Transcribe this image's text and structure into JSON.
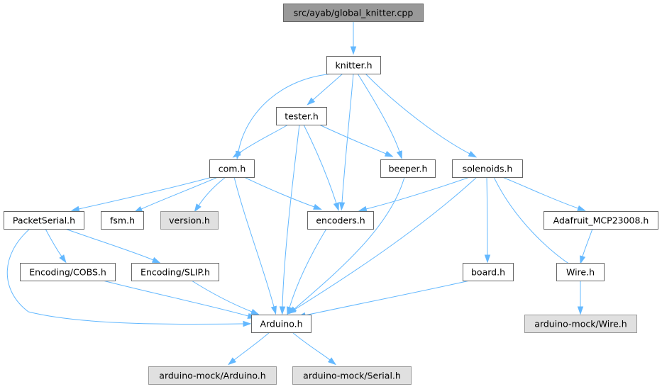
{
  "graph": {
    "title": "src/ayab/global_knitter.cpp",
    "edge_color": "#63b8ff",
    "nodes": {
      "global_knitter": {
        "label": "src/ayab/global_knitter.cpp",
        "kind": "root"
      },
      "knitter": {
        "label": "knitter.h",
        "kind": "normal"
      },
      "tester": {
        "label": "tester.h",
        "kind": "normal"
      },
      "com": {
        "label": "com.h",
        "kind": "normal"
      },
      "beeper": {
        "label": "beeper.h",
        "kind": "normal"
      },
      "solenoids": {
        "label": "solenoids.h",
        "kind": "normal"
      },
      "packetserial": {
        "label": "PacketSerial.h",
        "kind": "normal"
      },
      "fsm": {
        "label": "fsm.h",
        "kind": "normal"
      },
      "version": {
        "label": "version.h",
        "kind": "external"
      },
      "encoders": {
        "label": "encoders.h",
        "kind": "normal"
      },
      "mcp23008": {
        "label": "Adafruit_MCP23008.h",
        "kind": "normal"
      },
      "cobs": {
        "label": "Encoding/COBS.h",
        "kind": "normal"
      },
      "slip": {
        "label": "Encoding/SLIP.h",
        "kind": "normal"
      },
      "board": {
        "label": "board.h",
        "kind": "normal"
      },
      "wire": {
        "label": "Wire.h",
        "kind": "normal"
      },
      "arduino": {
        "label": "Arduino.h",
        "kind": "normal"
      },
      "mock_wire": {
        "label": "arduino-mock/Wire.h",
        "kind": "external"
      },
      "mock_arduino": {
        "label": "arduino-mock/Arduino.h",
        "kind": "external"
      },
      "mock_serial": {
        "label": "arduino-mock/Serial.h",
        "kind": "external"
      }
    },
    "edges": [
      [
        "global_knitter",
        "knitter"
      ],
      [
        "knitter",
        "tester"
      ],
      [
        "knitter",
        "com"
      ],
      [
        "knitter",
        "beeper"
      ],
      [
        "knitter",
        "solenoids"
      ],
      [
        "knitter",
        "encoders"
      ],
      [
        "tester",
        "com"
      ],
      [
        "tester",
        "beeper"
      ],
      [
        "tester",
        "encoders"
      ],
      [
        "tester",
        "arduino"
      ],
      [
        "com",
        "packetserial"
      ],
      [
        "com",
        "fsm"
      ],
      [
        "com",
        "version"
      ],
      [
        "com",
        "encoders"
      ],
      [
        "com",
        "arduino"
      ],
      [
        "beeper",
        "arduino"
      ],
      [
        "solenoids",
        "encoders"
      ],
      [
        "solenoids",
        "mcp23008"
      ],
      [
        "solenoids",
        "board"
      ],
      [
        "solenoids",
        "wire"
      ],
      [
        "solenoids",
        "arduino"
      ],
      [
        "packetserial",
        "cobs"
      ],
      [
        "packetserial",
        "slip"
      ],
      [
        "packetserial",
        "arduino"
      ],
      [
        "encoders",
        "arduino"
      ],
      [
        "mcp23008",
        "wire"
      ],
      [
        "cobs",
        "arduino"
      ],
      [
        "slip",
        "arduino"
      ],
      [
        "board",
        "arduino"
      ],
      [
        "wire",
        "mock_wire"
      ],
      [
        "arduino",
        "mock_arduino"
      ],
      [
        "arduino",
        "mock_serial"
      ]
    ]
  }
}
